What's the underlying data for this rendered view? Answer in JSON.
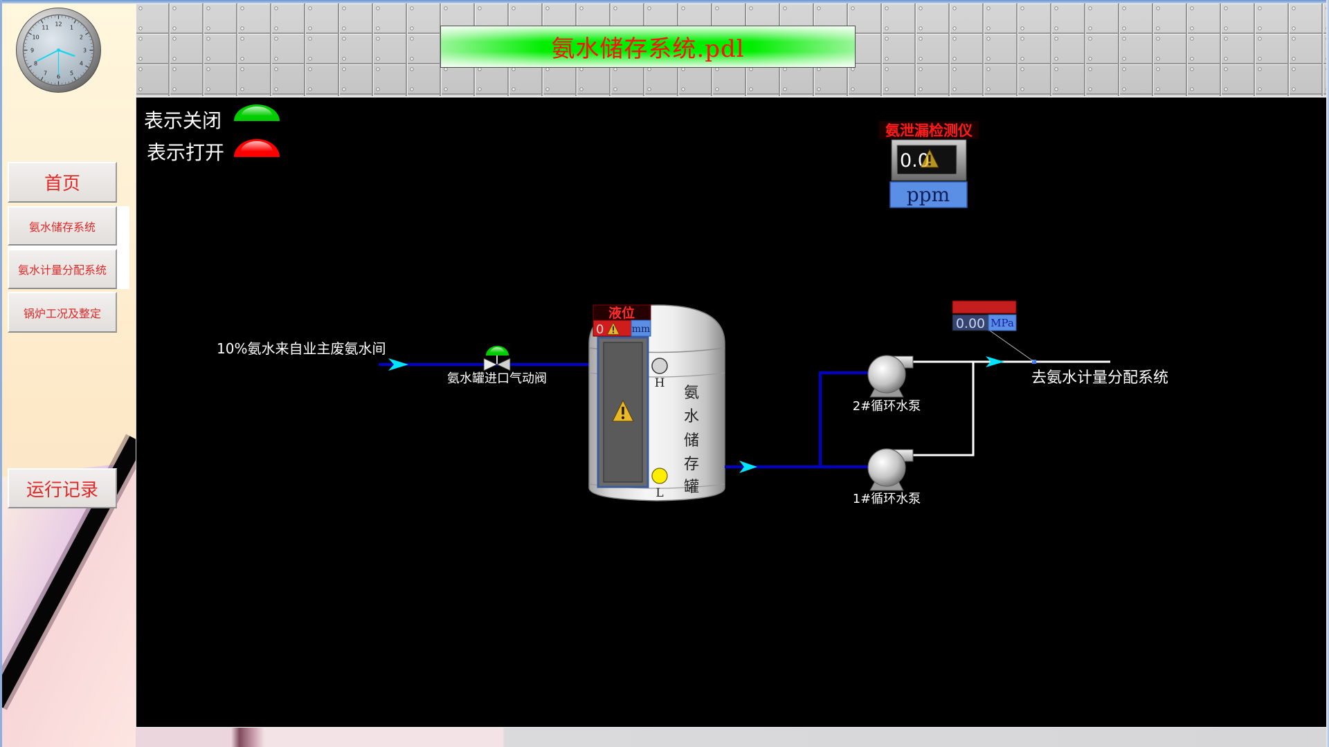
{
  "window_title": "氨水储存系统.pdl",
  "clock": {
    "numerals": [
      "12",
      "1",
      "2",
      "3",
      "4",
      "5",
      "6",
      "7",
      "8",
      "9",
      "10",
      "11"
    ],
    "hour": 3,
    "minute": 40,
    "second": 30
  },
  "nav": {
    "home_label": "首页",
    "items": [
      {
        "label": "氨水储存系统"
      },
      {
        "label": "氨水计量分配系统"
      },
      {
        "label": "锅炉工况及整定"
      }
    ],
    "log_label": "运行记录"
  },
  "legend": {
    "closed": {
      "label": "表示关闭",
      "color": "#00cc00"
    },
    "open": {
      "label": "表示打开",
      "color": "#ff0000"
    }
  },
  "leak_detector": {
    "title": "氨泄漏检测仪",
    "value": "0.0",
    "unit": "ppm",
    "status_icon": "warning-icon"
  },
  "inlet": {
    "source_label": "10%氨水来自业主废氨水间",
    "valve": {
      "label": "氨水罐进口气动阀",
      "indicator_color": "#00cc00"
    }
  },
  "tank": {
    "name_chars": [
      "氨",
      "水",
      "储",
      "存",
      "罐"
    ],
    "level": {
      "title": "液位",
      "value": "0",
      "unit": "mm",
      "status_icon": "warning-icon"
    },
    "high_switch": {
      "label": "H",
      "color": "#d4d4d4"
    },
    "low_switch": {
      "label": "L",
      "color": "#ffee00"
    }
  },
  "pumps": [
    {
      "label": "2#循环水泵"
    },
    {
      "label": "1#循环水泵"
    }
  ],
  "outlet": {
    "pressure": {
      "value": "0.00",
      "unit": "MPa"
    },
    "dest_label": "去氨水计量分配系统"
  },
  "colors": {
    "inlet_pipe": "#0000cc",
    "outlet_pipe": "#ffffff",
    "flow_arrow": "#00e5ff",
    "panel_blue": "#5b8fe6"
  }
}
